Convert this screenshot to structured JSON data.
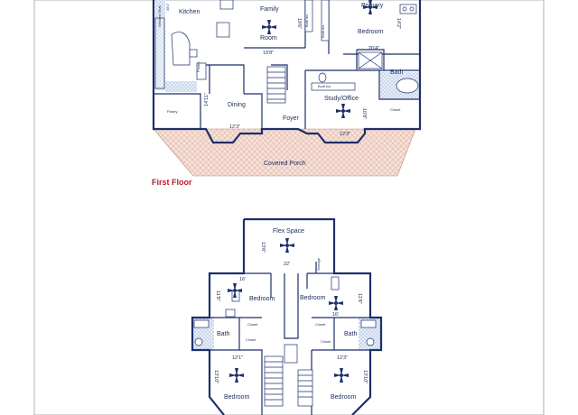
{
  "floors": {
    "first": {
      "title": "First Floor",
      "rooms": {
        "kitchen": "Kitchen",
        "window_seat": "Window Seat",
        "family": "Family",
        "room": "Room",
        "primary": "Primary",
        "bedroom": "Bedroom",
        "bath": "Bath",
        "closet": "Closet",
        "dining": "Dining",
        "foyer": "Foyer",
        "study": "Study/Office",
        "pantry": "Pantry",
        "porch": "Covered Porch",
        "built_ins": "Built Ins",
        "built_in": "Built Ins"
      },
      "dims": {
        "family_w": "19'8\"",
        "family_h": "19'6\"",
        "primary_w": "20'4\"",
        "primary_h": "14'2\"",
        "dining_h": "14'11\"",
        "dining_w": "12'3\"",
        "study_w": "12'3\"",
        "study_h": "10'8\"",
        "kitchen_dim": "28'1\""
      }
    },
    "second": {
      "rooms": {
        "flex": "Flex Space",
        "bedroom_tl": "Bedroom",
        "bedroom_tr": "Bedroom",
        "bedroom_bl": "Bedroom",
        "bedroom_br": "Bedroom",
        "bath_l": "Bath",
        "bath_r": "Bath",
        "closet_l": "Closet",
        "closet_r": "Closet",
        "closet_l2": "Closet",
        "closet_r2": "Closet",
        "storage": "Storage"
      },
      "dims": {
        "flex_h": "13'6\"",
        "flex_w": "22'",
        "tl_w": "16'",
        "tl_h": "11'8\"",
        "tr_w": "16'",
        "tr_h": "11'8\"",
        "bl_w": "12'1\"",
        "bl_h": "13'10\"",
        "br_w": "12'3\"",
        "br_h": "13'10\""
      }
    }
  },
  "colors": {
    "wall": "#1d2f6b",
    "title": "#b41e2a",
    "porch": "#f3d9cf"
  },
  "icons": [
    "ceiling-fan-icon",
    "bathtub-icon",
    "toilet-icon",
    "sink-icon",
    "stairs-icon"
  ]
}
